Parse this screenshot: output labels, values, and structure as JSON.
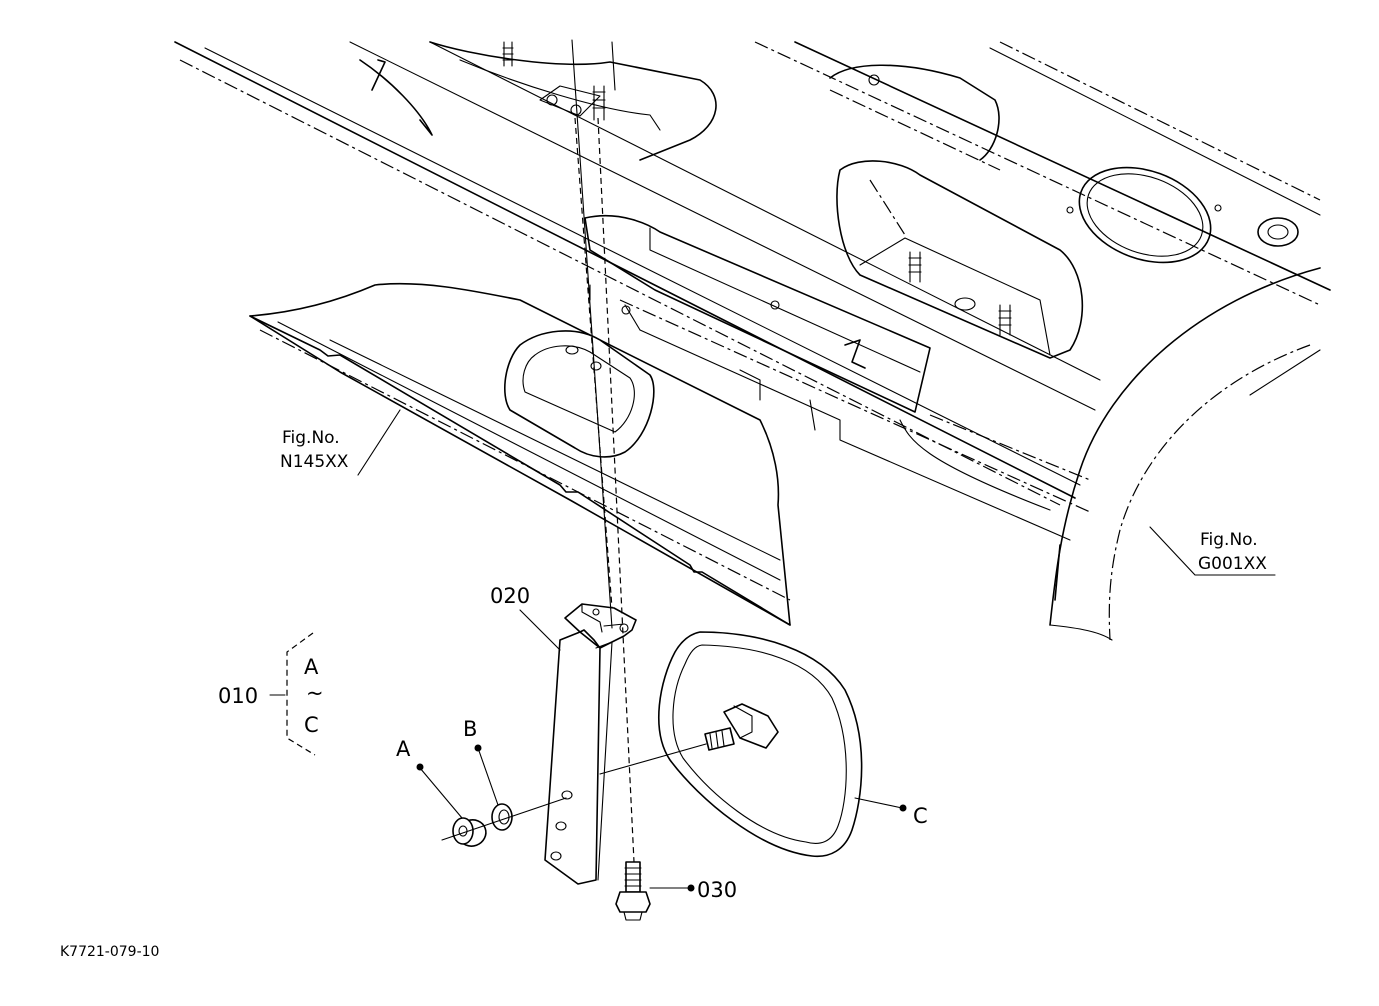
{
  "figure": {
    "drawing_code": "K7721-079-10",
    "references": [
      {
        "id": "ref-n145",
        "line1": "Fig.No.",
        "line2": "N145XX"
      },
      {
        "id": "ref-g001",
        "line1": "Fig.No.",
        "line2": "G001XX"
      }
    ],
    "parts": {
      "p010": "010",
      "p020": "020",
      "p030": "030"
    },
    "subparts": {
      "a": "A",
      "b": "B",
      "c": "C",
      "tilde": "~"
    }
  }
}
